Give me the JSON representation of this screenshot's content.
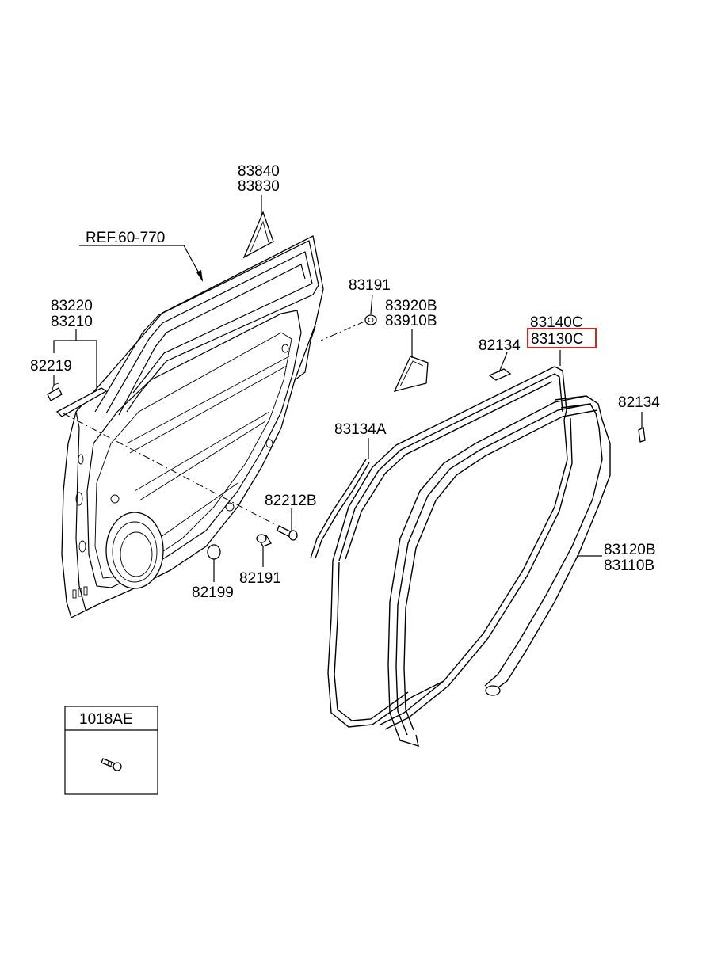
{
  "labels": {
    "ref": "REF.60-770",
    "p83840": "83840",
    "p83830": "83830",
    "p83220": "83220",
    "p83210": "83210",
    "p82219": "82219",
    "p83191": "83191",
    "p83920b": "83920B",
    "p83910b": "83910B",
    "p83140c": "83140C",
    "p83130c": "83130C",
    "p82134a": "82134",
    "p82134b": "82134",
    "p83134a": "83134A",
    "p82212b": "82212B",
    "p82191": "82191",
    "p82199": "82199",
    "p83120b": "83120B",
    "p83110b": "83110B",
    "p1018ae": "1018AE"
  },
  "highlight_color": "#e0201b"
}
